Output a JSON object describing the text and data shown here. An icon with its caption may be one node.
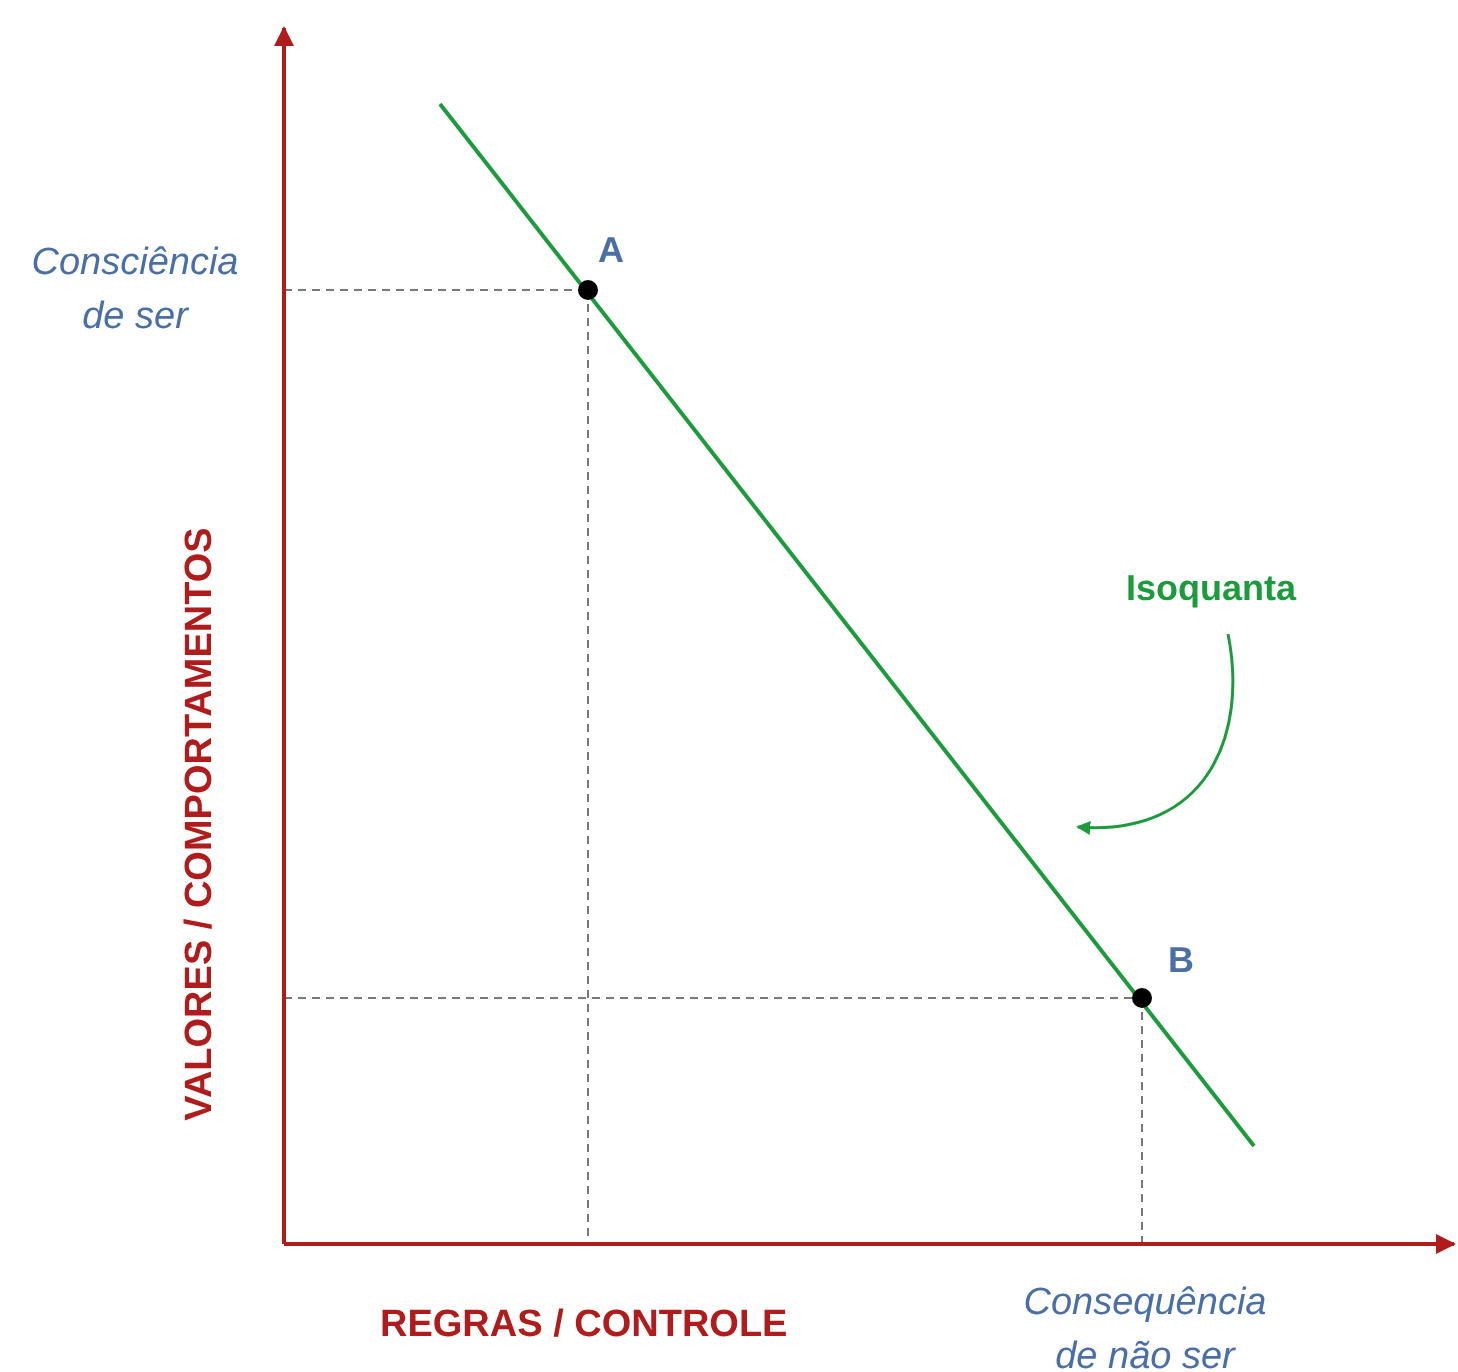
{
  "diagram": {
    "nodes": [
      {
        "text": [
          "Isoquanta"
        ]
      },
      {
        "text": [],
        "shape": "line"
      }
    ],
    "edges": [
      {
        "from": 0,
        "to": 1,
        "arrow": "to"
      }
    ],
    "labels": [
      "Consciência de ser",
      "A",
      "VALORES / COMPORTAMENTOS",
      "B",
      "REGRAS / CONTROLE",
      "Consequência de não ser"
    ]
  }
}
